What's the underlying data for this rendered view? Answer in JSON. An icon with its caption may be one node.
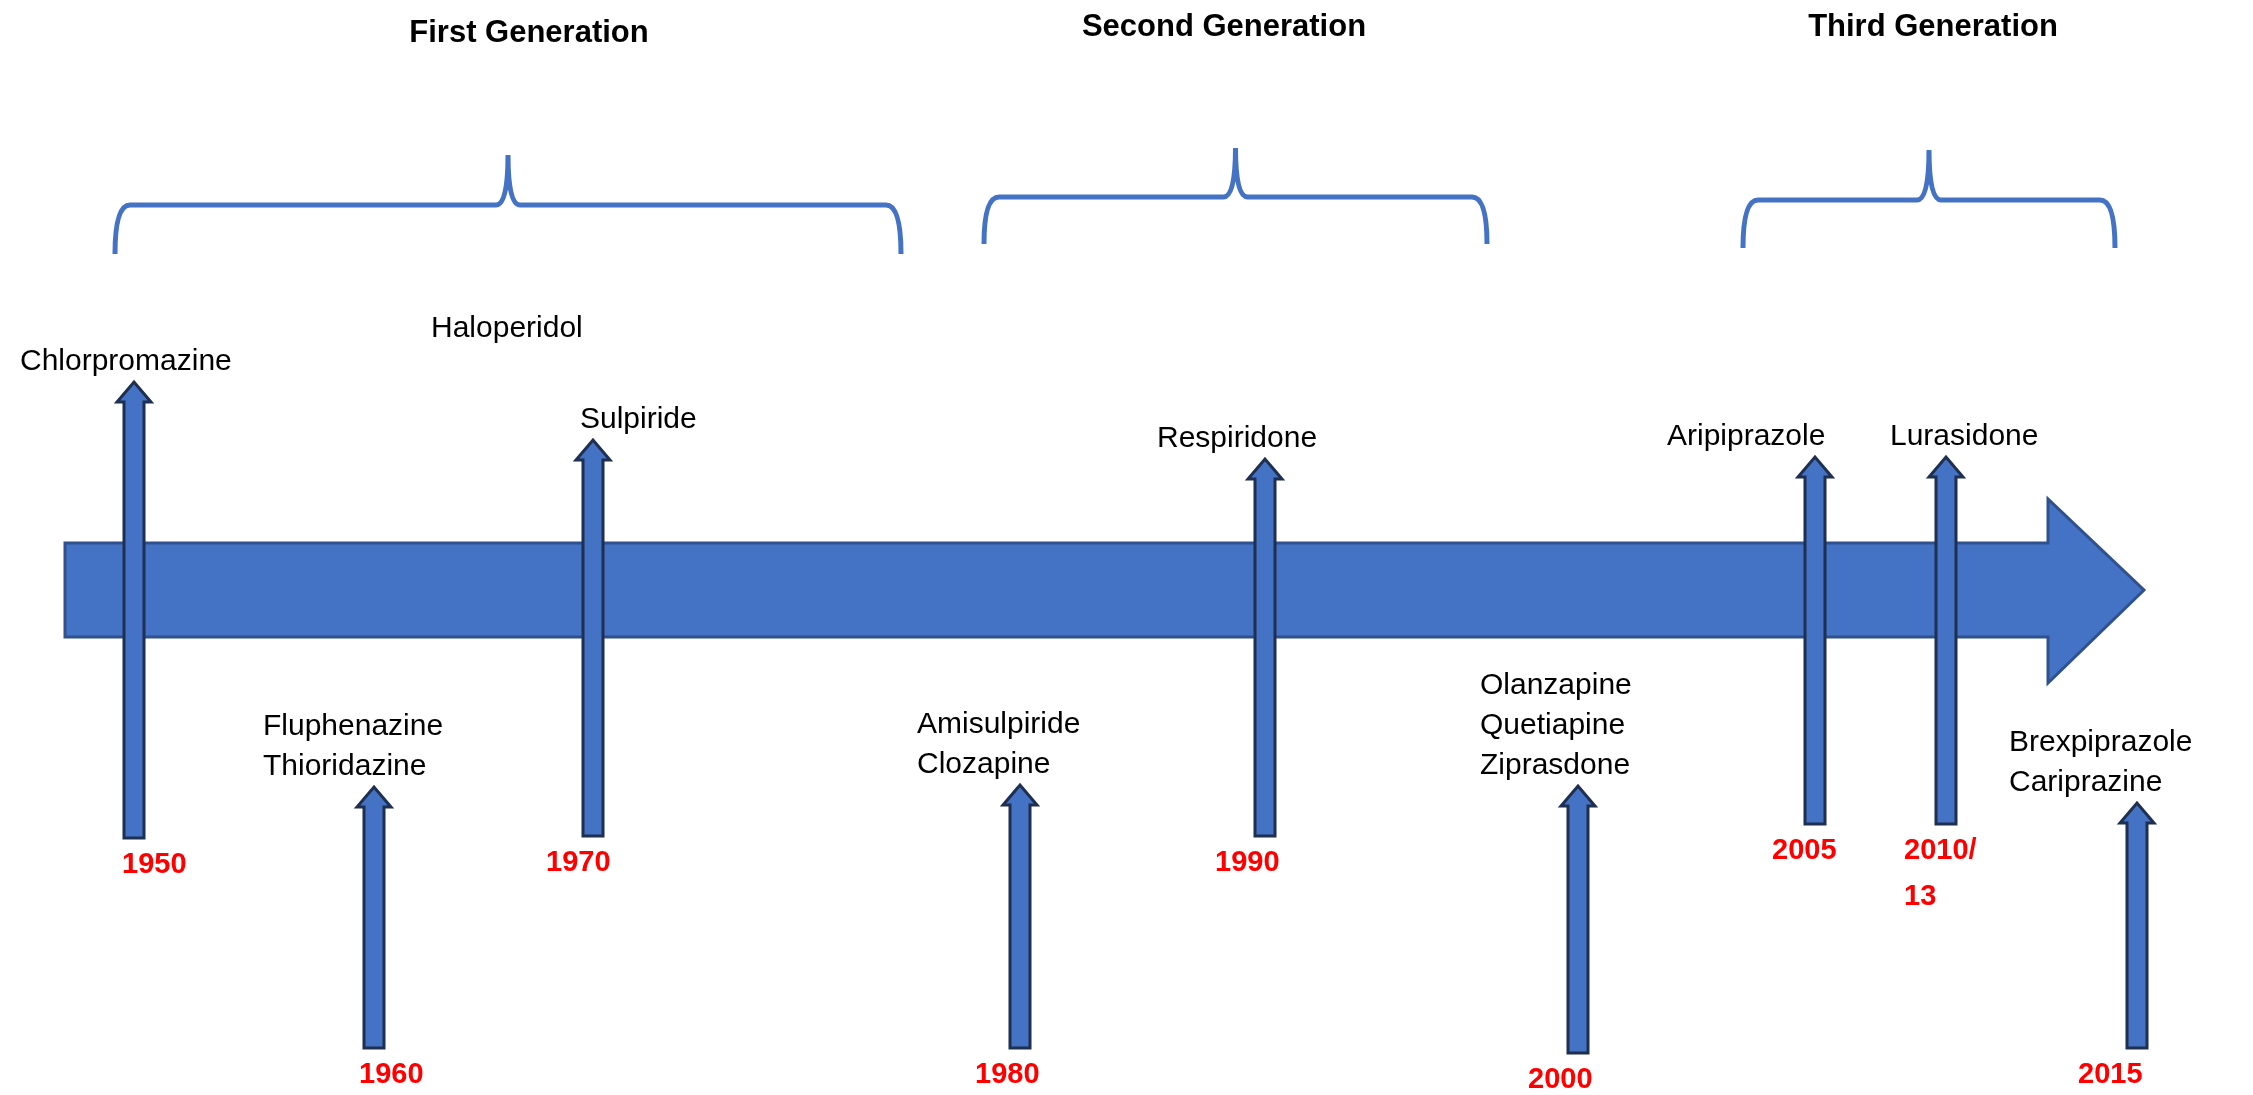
{
  "diagram": {
    "nodes": [
      {
        "text": [
          "1950"
        ]
      },
      {
        "text": [
          "Chlorpromazine"
        ]
      },
      {
        "text": [
          "1960"
        ]
      },
      {
        "text": [
          "Fluphenazine",
          "Thioridazine"
        ]
      },
      {
        "text": [
          "1970"
        ]
      },
      {
        "text": [
          "Sulpiride"
        ]
      },
      {
        "text": [
          "1980"
        ]
      },
      {
        "text": [
          "Amisulpiride",
          "Clozapine"
        ]
      },
      {
        "text": [
          "1990"
        ]
      },
      {
        "text": [
          "Respiridone"
        ]
      },
      {
        "text": [
          "2000"
        ]
      },
      {
        "text": [
          "Olanzapine",
          "Quetiapine",
          "Ziprasdone"
        ]
      },
      {
        "text": [
          "2005"
        ]
      },
      {
        "text": [
          "Aripiprazole"
        ]
      },
      {
        "text": [
          "2010/ 13"
        ]
      },
      {
        "text": [
          "Lurasidone"
        ]
      },
      {
        "text": [
          "2015"
        ]
      },
      {
        "text": [
          "Brexpiprazole",
          "Cariprazine"
        ]
      }
    ],
    "edges": [
      {
        "from": 0,
        "to": 1,
        "arrow": "to"
      },
      {
        "from": 2,
        "to": 3,
        "arrow": "to"
      },
      {
        "from": 4,
        "to": 5,
        "arrow": "to"
      },
      {
        "from": 6,
        "to": 7,
        "arrow": "to"
      },
      {
        "from": 8,
        "to": 9,
        "arrow": "to"
      },
      {
        "from": 10,
        "to": 11,
        "arrow": "to"
      },
      {
        "from": 12,
        "to": 13,
        "arrow": "to"
      },
      {
        "from": 14,
        "to": 15,
        "arrow": "to"
      },
      {
        "from": 16,
        "to": 17,
        "arrow": "to"
      }
    ],
    "labels": [
      "First Generation",
      "Second Generation",
      "Third Generation",
      "Haloperidol"
    ]
  }
}
